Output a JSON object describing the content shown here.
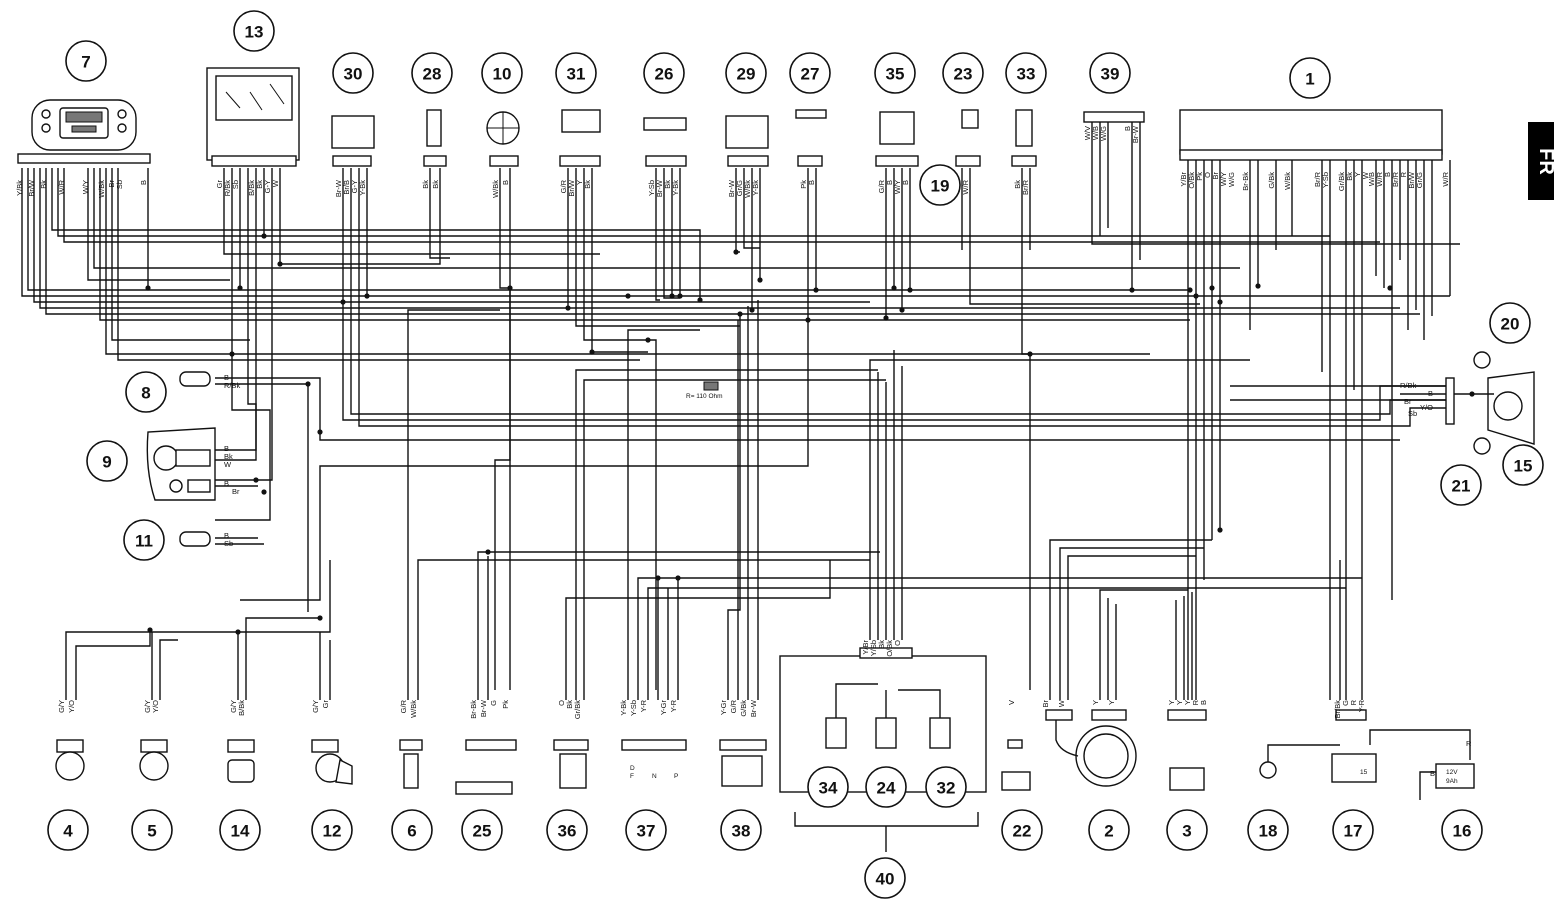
{
  "side_tab": "FR",
  "resistor_note": "R= 110 Ohm",
  "callouts": [
    "7",
    "13",
    "30",
    "28",
    "10",
    "31",
    "26",
    "29",
    "27",
    "35",
    "23",
    "33",
    "39",
    "1",
    "19",
    "20",
    "15",
    "21",
    "8",
    "9",
    "11",
    "4",
    "5",
    "14",
    "12",
    "6",
    "25",
    "36",
    "37",
    "38",
    "34",
    "24",
    "32",
    "40",
    "22",
    "2",
    "3",
    "18",
    "17",
    "16"
  ],
  "top_wire_labels": [
    {
      "id": "7",
      "labels": [
        "Y/Bk",
        "Br/W",
        "Bk",
        "W/R",
        "W/Y",
        "W/Bk",
        "Br",
        "Sb",
        "B"
      ]
    },
    {
      "id": "13",
      "labels": [
        "Gr",
        "R/Bk",
        "Sb",
        "B/Bk",
        "Bk",
        "G-Y",
        "W"
      ]
    },
    {
      "id": "30",
      "labels": [
        "Br-W",
        "Br/B",
        "G-Y",
        "Y-Bk"
      ]
    },
    {
      "id": "28",
      "labels": [
        "Bk",
        "Bk"
      ]
    },
    {
      "id": "10",
      "labels": [
        "W/Bk",
        "B"
      ]
    },
    {
      "id": "31",
      "labels": [
        "G/R",
        "Br/W",
        "Y",
        "Bk"
      ]
    },
    {
      "id": "26",
      "labels": [
        "Y-Sb",
        "Br-W",
        "Bk",
        "Y-Bk"
      ]
    },
    {
      "id": "29",
      "labels": [
        "Br-W",
        "Gr/G",
        "W/Bk",
        "Y-Bk"
      ]
    },
    {
      "id": "27",
      "labels": [
        "Pk",
        "B"
      ]
    },
    {
      "id": "35",
      "labels": [
        "G/R",
        "B",
        "W/Y",
        "B"
      ]
    },
    {
      "id": "23",
      "labels": [
        "G/R",
        "W/R"
      ]
    },
    {
      "id": "33",
      "labels": [
        "Bk",
        "Br/R"
      ]
    },
    {
      "id": "39",
      "labels": [
        "W/V",
        "W/B",
        "W/G",
        "B",
        "Br-W"
      ]
    },
    {
      "id": "1",
      "labels": [
        "Y/Br",
        "O/Bk",
        "Pk",
        "O",
        "Br",
        "W/Y",
        "W/G",
        "Br-Bk",
        "G/Bk",
        "W/Bk",
        "Br/R",
        "Y-Sb",
        "Gr/Bk",
        "Bk",
        "Y",
        "W",
        "W/B",
        "W/R",
        "B",
        "Br/R",
        "R",
        "Br/W",
        "Gr/G",
        "W/R"
      ]
    }
  ],
  "side_wire_labels": {
    "8": [
      "B",
      "R/Bk"
    ],
    "9": [
      "B",
      "Bk",
      "W"
    ],
    "9b": [
      "B",
      "Br"
    ],
    "11": [
      "B",
      "Sb"
    ],
    "15": [
      "R/Bk",
      "B",
      "Br",
      "Y/O",
      "Sb"
    ]
  },
  "bottom_wire_labels": [
    {
      "id": "4",
      "labels": [
        "G/Y",
        "Y/O"
      ]
    },
    {
      "id": "5",
      "labels": [
        "G/Y",
        "Y/O"
      ]
    },
    {
      "id": "14",
      "labels": [
        "G/Y",
        "B/Bk"
      ]
    },
    {
      "id": "12",
      "labels": [
        "G/Y",
        "Gr"
      ]
    },
    {
      "id": "6",
      "labels": [
        "G/R",
        "W/Bk"
      ]
    },
    {
      "id": "25",
      "labels": [
        "Br-Bk",
        "Br-W",
        "G",
        "Pk"
      ]
    },
    {
      "id": "36",
      "labels": [
        "O",
        "Bk",
        "Gr/Bk"
      ]
    },
    {
      "id": "37",
      "labels": [
        "Y-Bk",
        "Y-Sb",
        "Y-R",
        "Y-Gr",
        "Y-R"
      ]
    },
    {
      "id": "38",
      "labels": [
        "Y-Gr",
        "G/R",
        "G/Bk",
        "Br-W"
      ]
    },
    {
      "id": "40",
      "labels": [
        "Y/Br",
        "Y/Sb",
        "Bk",
        "O/Bk",
        "O"
      ]
    },
    {
      "id": "22",
      "labels": [
        "V"
      ]
    },
    {
      "id": "2",
      "labels": [
        "Br",
        "W",
        "Y",
        "Y"
      ]
    },
    {
      "id": "3",
      "labels": [
        "Y",
        "Y",
        "Y",
        "R",
        "B"
      ]
    },
    {
      "id": "17",
      "labels": [
        "Br/Bk",
        "G",
        "R",
        "Y-R"
      ]
    },
    {
      "id": "16",
      "labels": [
        "B",
        "R"
      ]
    }
  ],
  "switch_letters": [
    "D",
    "F",
    "N",
    "P"
  ],
  "battery_text": [
    "12V",
    "9Ah"
  ],
  "starter_relay_text": "15"
}
